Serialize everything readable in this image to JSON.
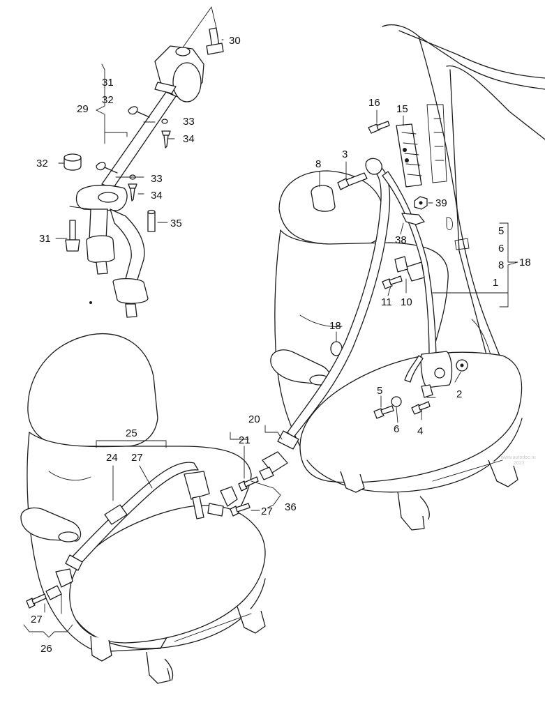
{
  "callouts": [
    {
      "label": "30"
    },
    {
      "label": "31"
    },
    {
      "label": "32"
    },
    {
      "label": "29"
    },
    {
      "label": "33"
    },
    {
      "label": "34"
    },
    {
      "label": "32"
    },
    {
      "label": "33"
    },
    {
      "label": "34"
    },
    {
      "label": "35"
    },
    {
      "label": "31"
    },
    {
      "label": "16"
    },
    {
      "label": "15"
    },
    {
      "label": "8"
    },
    {
      "label": "3"
    },
    {
      "label": "39"
    },
    {
      "label": "38"
    },
    {
      "label": "11"
    },
    {
      "label": "10"
    },
    {
      "label": "5"
    },
    {
      "label": "6"
    },
    {
      "label": "8"
    },
    {
      "label": "18"
    },
    {
      "label": "1"
    },
    {
      "label": "18"
    },
    {
      "label": "5"
    },
    {
      "label": "6"
    },
    {
      "label": "4"
    },
    {
      "label": "2"
    },
    {
      "label": "20"
    },
    {
      "label": "21"
    },
    {
      "label": "25"
    },
    {
      "label": "24"
    },
    {
      "label": "27"
    },
    {
      "label": "27"
    },
    {
      "label": "36"
    },
    {
      "label": "27"
    },
    {
      "label": "26"
    }
  ],
  "watermark": {
    "line1": "www.autodoc.ru",
    "line2": "2023"
  }
}
